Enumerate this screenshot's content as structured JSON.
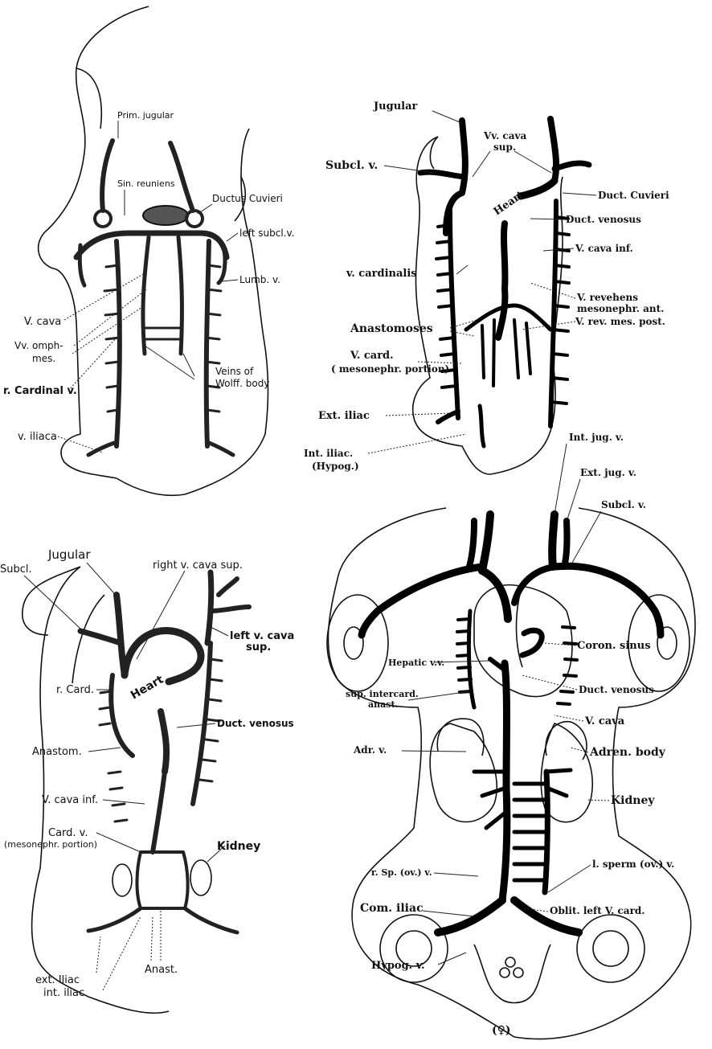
{
  "fig1": {
    "labels": {
      "prim_jugular": "Prim. jugular",
      "sin_reuniens": "Sin. reuniens",
      "ductus_cuvieri": "Ductus Cuvieri",
      "left_subcl": "left subcl.v.",
      "lumb": "Lumb. v.",
      "v_cava": "V. cava",
      "vv_omph1": "Vv. omph-",
      "vv_omph2": "mes.",
      "r_cardinal": "r. Cardinal v.",
      "veins_wolff1": "Veins of",
      "veins_wolff2": "Wolff. body",
      "v_iliaca": "v. iliaca"
    }
  },
  "fig2": {
    "labels": {
      "jugular": "Jugular",
      "vv_cava1": "Vv. cava",
      "vv_cava2": "sup.",
      "subcl": "Subcl. v.",
      "heart": "Heart",
      "duct_cuvieri": "Duct. Cuvieri",
      "duct_venosus": "Duct. venosus",
      "v_cava_inf": "V. cava inf.",
      "v_cardinalis": "v. cardinalis",
      "v_revehens1": "V. revehens",
      "v_revehens2": "mesonephr. ant.",
      "v_rev_post": "V. rev. mes. post.",
      "anastomoses": "Anastomoses",
      "v_card1": "V. card.",
      "v_card2": "( mesonephr. portion)",
      "ext_iliac": "Ext. iliac",
      "int_iliac1": "Int. iliac.",
      "int_iliac2": "(Hypog.)"
    }
  },
  "fig3": {
    "labels": {
      "jugular": "Jugular",
      "right_cava": "right v. cava sup.",
      "subcl": "Subcl.",
      "left_cava1": "left v. cava",
      "left_cava2": "sup.",
      "heart": "Heart",
      "r_card": "r. Card.",
      "duct_venosus": "Duct. venosus",
      "anastom": "Anastom.",
      "v_cava_inf": "V. cava inf.",
      "card_v1": "Card. v.",
      "card_v2": "(mesonephr. portion)",
      "kidney": "Kidney",
      "ext_iliac": "ext. Iliac",
      "int_iliac": "int. iliac",
      "anast": "Anast."
    }
  },
  "fig4": {
    "labels": {
      "int_jug": "Int. jug. v.",
      "ext_jug": "Ext. jug. v.",
      "subcl": "Subcl. v.",
      "coron_sinus": "Coron. sinus",
      "hepatic": "Hepatic v.v.",
      "duct_venosus": "Duct. venosus",
      "sup_intercard1": "sup. intercard.",
      "sup_intercard2": "anast.",
      "v_cava": "V. cava",
      "adr_v": "Adr. v.",
      "adren_body": "Adren. body",
      "kidney": "Kidney",
      "r_sp": "r. Sp. (ov.) v.",
      "l_sperm": "l. sperm (ov.) v.",
      "com_iliac": "Com. iliac",
      "oblit": "Oblit. left V. card.",
      "hypog": "Hypog. v.",
      "symbol": "(♀)"
    }
  }
}
